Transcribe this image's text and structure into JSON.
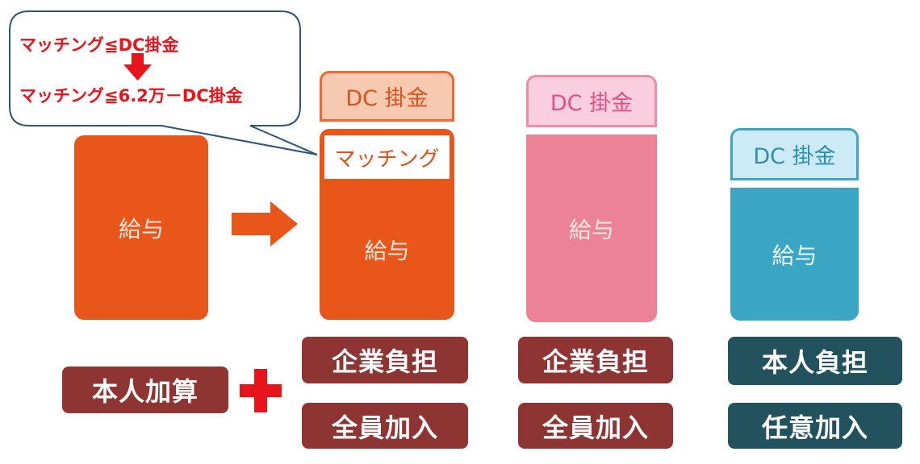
{
  "callout": {
    "line1": "マッチング≦DC掛金",
    "line2": "マッチング≦6.2万－DC掛金"
  },
  "before": {
    "salary": "給与",
    "extra_label": "本人加算"
  },
  "matching_plan": {
    "dc": "DC 掛金",
    "matching": "マッチング",
    "salary": "給与",
    "burden": "企業負担",
    "enrollment": "全員加入"
  },
  "corporate_plan": {
    "dc": "DC 掛金",
    "salary": "給与",
    "burden": "企業負担",
    "enrollment": "全員加入"
  },
  "individual_plan": {
    "dc": "DC 掛金",
    "salary": "給与",
    "burden": "本人負担",
    "enrollment": "任意加入"
  },
  "colors": {
    "orange": "#e8561a",
    "pink": "#ec8296",
    "teal": "#3aa6c4",
    "maroon": "#8e3433",
    "dark_teal": "#23525f",
    "red": "#e8141c"
  }
}
